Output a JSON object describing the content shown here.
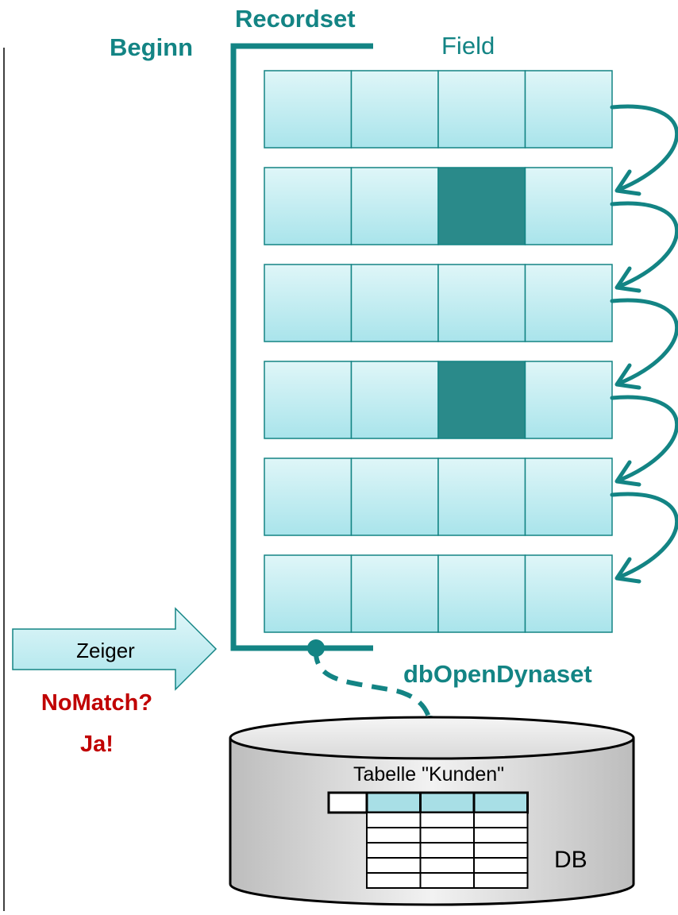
{
  "labels": {
    "recordset": "Recordset",
    "beginn": "Beginn",
    "field": "Field",
    "zeiger": "Zeiger",
    "nomatch": "NoMatch?",
    "ja": "Ja!",
    "open_mode": "dbOpenDynaset",
    "table_name": "Tabelle \"Kunden\"",
    "db": "DB"
  },
  "colors": {
    "teal": "#138484",
    "teal_dark": "#2a8a8a",
    "cell_light": "#d6f3f6",
    "cell_mid": "#aee6ec",
    "red": "#c00000",
    "text": "#000000",
    "db_top": "#f2f2f2",
    "db_side": "#c8c8c8",
    "table_head": "#a8dfe6"
  },
  "recordset": {
    "rows": 6,
    "cols": 4,
    "highlighted_cells": [
      {
        "row": 2,
        "col": 3
      },
      {
        "row": 4,
        "col": 3
      }
    ]
  },
  "db_table": {
    "cols": 3,
    "body_rows": 5
  }
}
